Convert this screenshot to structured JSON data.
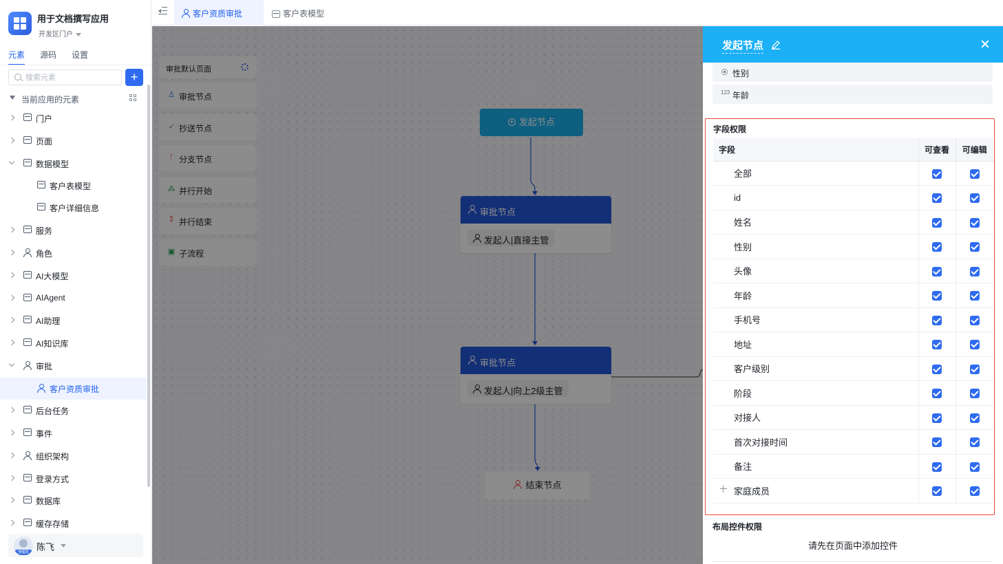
{
  "app": {
    "name": "用于文档撰写应用",
    "env": "开发区门户"
  },
  "sidebar": {
    "tabs": [
      {
        "label": "元素",
        "active": true
      },
      {
        "label": "源码",
        "active": false
      },
      {
        "label": "设置",
        "active": false
      }
    ],
    "search_placeholder": "搜索元素",
    "add_label": "+",
    "group_label": "当前应用的元素",
    "items": [
      {
        "label": "门户",
        "icon": "home-icon",
        "expanded": false
      },
      {
        "label": "页面",
        "icon": "page-icon",
        "expanded": false
      },
      {
        "label": "数据模型",
        "icon": "table-icon",
        "expanded": true
      },
      {
        "label": "客户表模型",
        "icon": "table-icon"
      },
      {
        "label": "客户详细信息",
        "icon": "table-icon"
      },
      {
        "label": "服务",
        "icon": "service-icon",
        "expanded": false
      },
      {
        "label": "角色",
        "icon": "role-icon",
        "expanded": false
      },
      {
        "label": "AI大模型",
        "icon": "ai-model-icon",
        "expanded": false
      },
      {
        "label": "AIAgent",
        "icon": "robot-icon",
        "expanded": false
      },
      {
        "label": "AI助理",
        "icon": "ai-assistant-icon",
        "expanded": false
      },
      {
        "label": "AI知识库",
        "icon": "book-icon",
        "expanded": false
      },
      {
        "label": "审批",
        "icon": "approval-icon",
        "expanded": true
      },
      {
        "label": "客户资质审批",
        "icon": "approval-icon",
        "selected": true
      },
      {
        "label": "后台任务",
        "icon": "task-icon",
        "expanded": false
      },
      {
        "label": "事件",
        "icon": "event-icon",
        "expanded": false
      },
      {
        "label": "组织架构",
        "icon": "org-icon",
        "expanded": false
      },
      {
        "label": "登录方式",
        "icon": "login-icon",
        "expanded": false
      },
      {
        "label": "数据库",
        "icon": "database-icon",
        "expanded": false
      },
      {
        "label": "缓存存储",
        "icon": "cache-icon",
        "expanded": false
      }
    ],
    "user": {
      "name": "陈飞",
      "badge": "管理员"
    }
  },
  "tabs": [
    {
      "label": "客户资质审批",
      "active": true
    },
    {
      "label": "客户表模型",
      "active": false
    }
  ],
  "palette": {
    "header": "审批默认页面",
    "items": [
      {
        "label": "审批节点",
        "color": "#2f6bf0"
      },
      {
        "label": "抄送节点",
        "color": "#8a9099"
      },
      {
        "label": "分支节点",
        "color": "#e8463a"
      },
      {
        "label": "并行开始",
        "color": "#1f9d55"
      },
      {
        "label": "并行结束",
        "color": "#e8463a"
      },
      {
        "label": "子流程",
        "color": "#1f9d55"
      }
    ]
  },
  "flow": {
    "start": "发起节点",
    "approvals": [
      {
        "title": "审批节点",
        "assignee": "发起人|直接主管"
      },
      {
        "title": "审批节点",
        "assignee": "发起人|向上2级主管"
      }
    ],
    "end": "结束节点"
  },
  "drawer": {
    "title": "发起节点",
    "header_color": "#1cb0f6",
    "fields": [
      {
        "label": "性别",
        "icon": "radio-icon"
      },
      {
        "label": "年龄",
        "icon": "number-icon",
        "icon_text": "123"
      }
    ],
    "perm_title": "字段权限",
    "columns": [
      "字段",
      "可查看",
      "可编辑"
    ],
    "rows": [
      {
        "name": "全部",
        "view": true,
        "edit": true
      },
      {
        "name": "id",
        "view": true,
        "edit": true
      },
      {
        "name": "姓名",
        "view": true,
        "edit": true
      },
      {
        "name": "性别",
        "view": true,
        "edit": true
      },
      {
        "name": "头像",
        "view": true,
        "edit": true
      },
      {
        "name": "年龄",
        "view": true,
        "edit": true
      },
      {
        "name": "手机号",
        "view": true,
        "edit": true
      },
      {
        "name": "地址",
        "view": true,
        "edit": true
      },
      {
        "name": "客户级别",
        "view": true,
        "edit": true
      },
      {
        "name": "阶段",
        "view": true,
        "edit": true
      },
      {
        "name": "对接人",
        "view": true,
        "edit": true
      },
      {
        "name": "首次对接时间",
        "view": true,
        "edit": true
      },
      {
        "name": "备注",
        "view": true,
        "edit": true
      },
      {
        "name": "家庭成员",
        "view": true,
        "edit": true,
        "expandable": true
      }
    ],
    "layout_title": "布局控件权限",
    "layout_empty": "请先在页面中添加控件"
  }
}
